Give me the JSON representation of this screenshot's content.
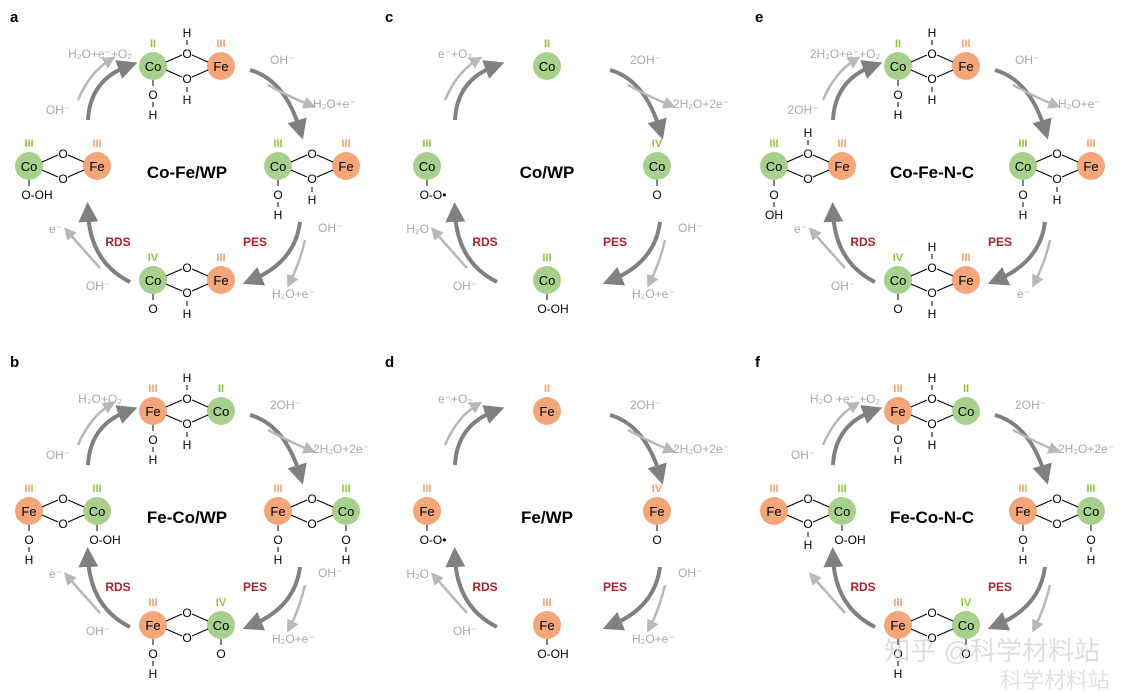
{
  "colors": {
    "co_fill": "#a8d08d",
    "fe_fill": "#f4a67b",
    "co_ox": "#8cc63f",
    "fe_ox": "#f0a070",
    "arrow_dark": "#808080",
    "arrow_light": "#b8b8b8",
    "reagent": "#a8a8a8",
    "step_label": "#b0202a",
    "ink": "#000000"
  },
  "panels": [
    {
      "letter": "a",
      "title": "Co-Fe/WP",
      "binuclear": true,
      "reagents": {
        "r1_in": "OH⁻",
        "r1_out": "H₂O+e⁻",
        "r2_in": "OH⁻",
        "r2_out": "H₂O+e⁻",
        "r3_out": "e⁻",
        "r3_in": "OH⁻",
        "r4_out": "H₂O+e⁻+O₂",
        "r4_in": "OH⁻"
      },
      "steps": {
        "pes": "PES",
        "rds": "RDS"
      },
      "s1": {
        "m1": {
          "sym": "Co",
          "ox": "II"
        },
        "m2": {
          "sym": "Fe",
          "ox": "III"
        },
        "top": "H",
        "m1_below": "O",
        "m1_below2": "H",
        "bridge_bottom": "H"
      },
      "s2": {
        "m1": {
          "sym": "Co",
          "ox": "III"
        },
        "m2": {
          "sym": "Fe",
          "ox": "III"
        },
        "m1_below": "O",
        "m1_below2": "H",
        "bridge_bottom": "H"
      },
      "s3": {
        "m1": {
          "sym": "Co",
          "ox": "IV"
        },
        "m2": {
          "sym": "Fe",
          "ox": "III"
        },
        "m1_below": "O",
        "bridge_bottom": "H"
      },
      "s4": {
        "m1": {
          "sym": "Co",
          "ox": "III"
        },
        "m2": {
          "sym": "Fe",
          "ox": "III"
        },
        "m1_below": "O-OH"
      }
    },
    {
      "letter": "b",
      "title": "Fe-Co/WP",
      "binuclear": true,
      "reagents": {
        "r1_in": "2OH⁻",
        "r1_out": "2H₂O+2e⁻",
        "r2_in": "OH⁻",
        "r2_out": "H₂O+e⁻",
        "r3_out": "e⁻",
        "r3_in": "OH⁻",
        "r4_out": "H₂O+O₂",
        "r4_in": "OH⁻"
      },
      "steps": {
        "pes": "PES",
        "rds": "RDS"
      },
      "s1": {
        "m1": {
          "sym": "Fe",
          "ox": "III"
        },
        "m2": {
          "sym": "Co",
          "ox": "II"
        },
        "top": "H",
        "m1_below": "O",
        "m1_below2": "H",
        "bridge_bottom": "H"
      },
      "s2": {
        "m1": {
          "sym": "Fe",
          "ox": "III"
        },
        "m2": {
          "sym": "Co",
          "ox": "III"
        },
        "m1_below": "O",
        "m1_below2": "H",
        "m2_below": "O",
        "m2_below2": "H"
      },
      "s3": {
        "m1": {
          "sym": "Fe",
          "ox": "III"
        },
        "m2": {
          "sym": "Co",
          "ox": "IV"
        },
        "m1_below": "O",
        "m1_below2": "H",
        "m2_below": "O"
      },
      "s4": {
        "m1": {
          "sym": "Fe",
          "ox": "III"
        },
        "m2": {
          "sym": "Co",
          "ox": "III"
        },
        "m1_below": "O",
        "m1_below2": "H",
        "m2_below": "O-OH"
      }
    },
    {
      "letter": "c",
      "title": "Co/WP",
      "binuclear": false,
      "reagents": {
        "r1_in": "2OH⁻",
        "r1_out": "2H₂O+2e⁻",
        "r2_in": "OH⁻",
        "r2_out": "H₂O+e⁻",
        "r3_out": "H₂O",
        "r3_in": "OH⁻",
        "r4_out": "e⁻+O₂"
      },
      "steps": {
        "pes": "PES",
        "rds": "RDS"
      },
      "s1": {
        "m1": {
          "sym": "Co",
          "ox": "II"
        }
      },
      "s2": {
        "m1": {
          "sym": "Co",
          "ox": "IV"
        },
        "m1_below": "O"
      },
      "s3": {
        "m1": {
          "sym": "Co",
          "ox": "III"
        },
        "m1_below": "O-OH"
      },
      "s4": {
        "m1": {
          "sym": "Co",
          "ox": "III"
        },
        "m1_below": "O-O•"
      }
    },
    {
      "letter": "d",
      "title": "Fe/WP",
      "binuclear": false,
      "reagents": {
        "r1_in": "2OH⁻",
        "r1_out": "2H₂O+2e⁻",
        "r2_in": "OH⁻",
        "r2_out": "H₂O+e⁻",
        "r3_out": "H₂O",
        "r3_in": "OH⁻",
        "r4_out": "e⁻+O₂"
      },
      "steps": {
        "pes": "PES",
        "rds": "RDS"
      },
      "s1": {
        "m1": {
          "sym": "Fe",
          "ox": "II"
        }
      },
      "s2": {
        "m1": {
          "sym": "Fe",
          "ox": "IV"
        },
        "m1_below": "O"
      },
      "s3": {
        "m1": {
          "sym": "Fe",
          "ox": "III"
        },
        "m1_below": "O-OH"
      },
      "s4": {
        "m1": {
          "sym": "Fe",
          "ox": "III"
        },
        "m1_below": "O-O•"
      }
    },
    {
      "letter": "e",
      "title": "Co-Fe-N-C",
      "binuclear": true,
      "reagents": {
        "r1_in": "OH⁻",
        "r1_out": "H₂O+e⁻",
        "r2_in": "",
        "r2_out": "e⁻",
        "r3_out": "e⁻",
        "r3_in": "OH⁻",
        "r4_out": "2H₂O+e⁻+O₂",
        "r4_in": "2OH⁻"
      },
      "steps": {
        "pes": "PES",
        "rds": "RDS"
      },
      "s1": {
        "m1": {
          "sym": "Co",
          "ox": "II"
        },
        "m2": {
          "sym": "Fe",
          "ox": "III"
        },
        "top": "H",
        "m1_below": "O",
        "m1_below2": "H",
        "bridge_bottom": "H"
      },
      "s2": {
        "m1": {
          "sym": "Co",
          "ox": "III"
        },
        "m2": {
          "sym": "Fe",
          "ox": "III"
        },
        "m1_below": "O",
        "m1_below2": "H",
        "bridge_bottom": "H"
      },
      "s3": {
        "m1": {
          "sym": "Co",
          "ox": "IV"
        },
        "m2": {
          "sym": "Fe",
          "ox": "III"
        },
        "top": "H",
        "m1_below": "O",
        "bridge_bottom": "H"
      },
      "s4": {
        "m1": {
          "sym": "Co",
          "ox": "III"
        },
        "m2": {
          "sym": "Fe",
          "ox": "III"
        },
        "top": "H",
        "m1_below": "O",
        "m1_below2": "OH"
      }
    },
    {
      "letter": "f",
      "title": "Fe-Co-N-C",
      "binuclear": true,
      "reagents": {
        "r1_in": "2OH⁻",
        "r1_out": "2H₂O+2e⁻",
        "r2_in": "",
        "r2_out": "",
        "r3_out": "",
        "r3_in": "",
        "r4_out": "H₂O +e⁻ +O₂",
        "r4_in": "OH⁻"
      },
      "steps": {
        "pes": "PES",
        "rds": "RDS"
      },
      "s1": {
        "m1": {
          "sym": "Fe",
          "ox": "III"
        },
        "m2": {
          "sym": "Co",
          "ox": "II"
        },
        "top": "H",
        "m1_below": "O",
        "m1_below2": "H",
        "bridge_bottom": "H"
      },
      "s2": {
        "m1": {
          "sym": "Fe",
          "ox": "III"
        },
        "m2": {
          "sym": "Co",
          "ox": "III"
        },
        "m1_below": "O",
        "m1_below2": "H",
        "m2_below": "O",
        "m2_below2": "H"
      },
      "s3": {
        "m1": {
          "sym": "Fe",
          "ox": "III"
        },
        "m2": {
          "sym": "Co",
          "ox": "IV"
        },
        "m1_below": "O",
        "m1_below2": "H",
        "m2_below": "O"
      },
      "s4": {
        "m1": {
          "sym": "Fe",
          "ox": "III"
        },
        "m2": {
          "sym": "Co",
          "ox": "III"
        },
        "bridge_bottom": "H",
        "m2_below": "O-OH"
      }
    }
  ],
  "watermark": {
    "line1": "知乎 @科学材料站",
    "line2": "科学材料站"
  }
}
